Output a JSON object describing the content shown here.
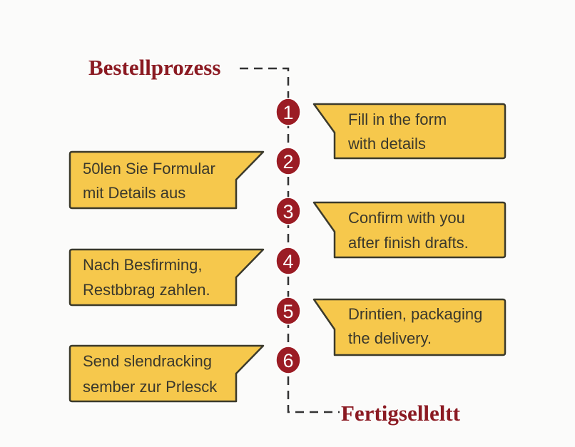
{
  "start_label": "Bestellprozess",
  "end_label": "Fertigselleltt",
  "colors": {
    "accent": "#8b1a22",
    "circle": "#9b1c24",
    "box": "#f6c84c"
  },
  "steps": [
    {
      "number": "1",
      "side": "right",
      "lines": [
        "Fill in the form",
        "with details"
      ]
    },
    {
      "number": "2",
      "side": "left",
      "lines": [
        "50len Sie Formular",
        "mit Details aus"
      ]
    },
    {
      "number": "3",
      "side": "right",
      "lines": [
        "Confirm with you",
        "after finish drafts."
      ]
    },
    {
      "number": "4",
      "side": "left",
      "lines": [
        "Nach Besfirming,",
        "Restbbrag zahlen."
      ]
    },
    {
      "number": "5",
      "side": "right",
      "lines": [
        "Drintien, packaging",
        " the delivery."
      ]
    },
    {
      "number": "6",
      "side": "left",
      "lines": [
        "Send slendracking",
        "sember zur Prlesck"
      ]
    }
  ]
}
